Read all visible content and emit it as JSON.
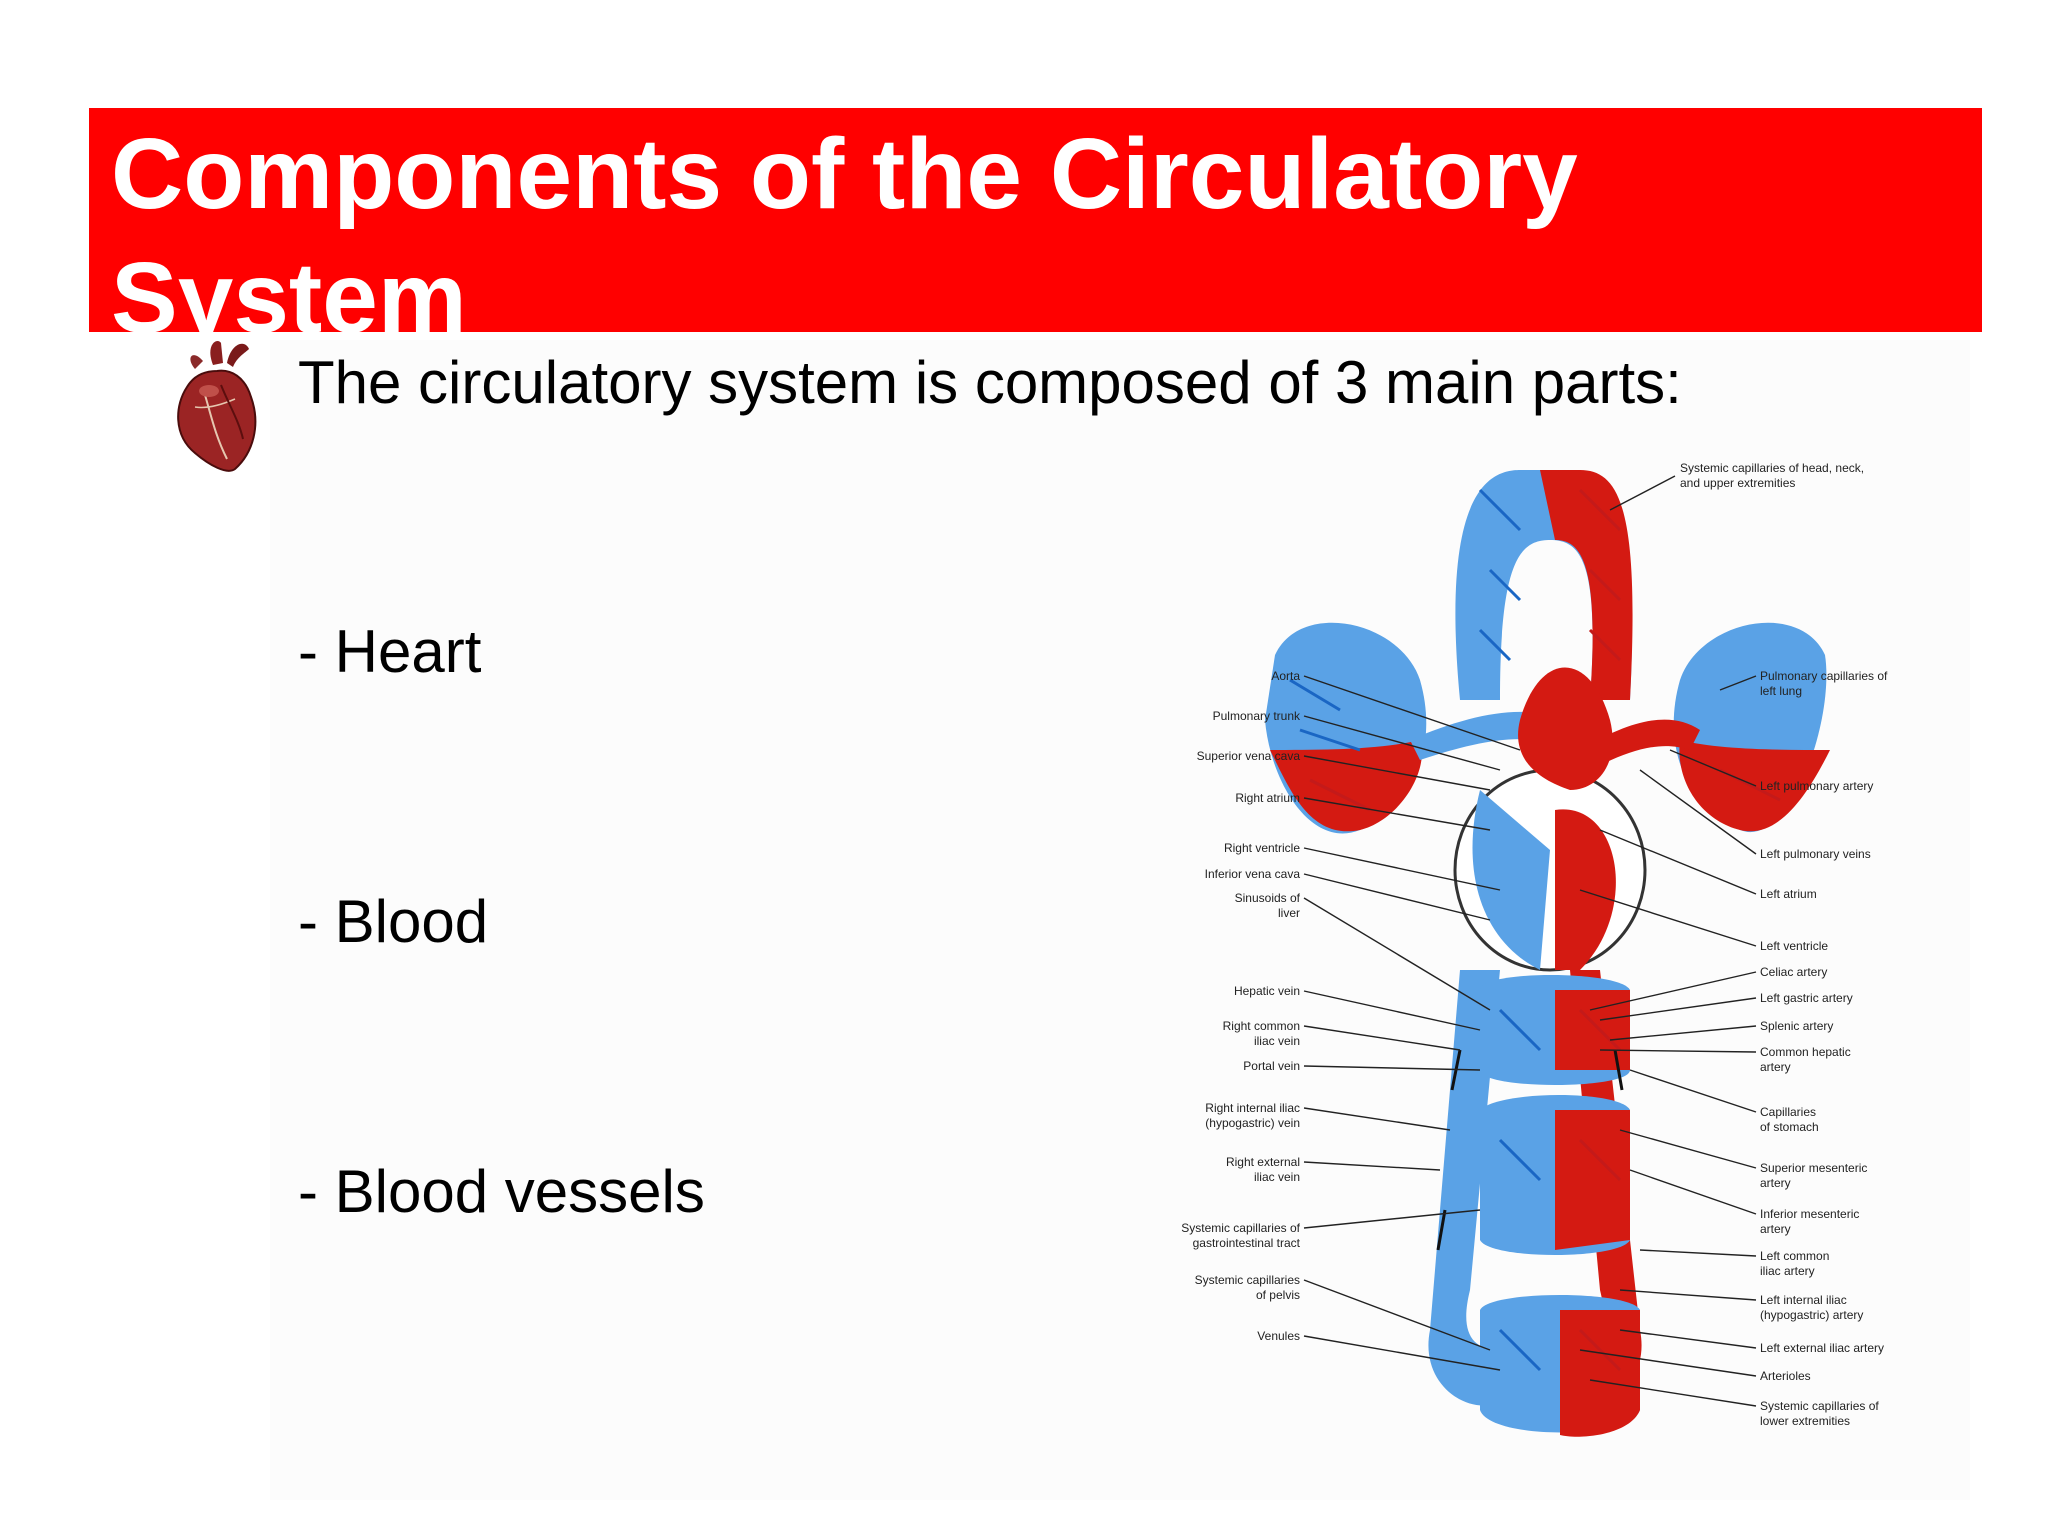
{
  "title": "Components of the Circulatory System",
  "intro": "The circulatory system is composed of 3 main parts:",
  "items": [
    "- Heart",
    "- Blood",
    "- Blood vessels"
  ],
  "colors": {
    "title_bar": "#ff0000",
    "title_text": "#ffffff",
    "venous": "#5aa2e6",
    "arterial": "#d41a12"
  },
  "icons": {
    "bullet": "anatomical-heart-icon"
  },
  "diagram": {
    "labels_top": [
      "Systemic capillaries of head, neck,",
      "and upper extremities"
    ],
    "labels_left": [
      [
        "Aorta"
      ],
      [
        "Pulmonary trunk"
      ],
      [
        "Superior vena cava"
      ],
      [
        "Right atrium"
      ],
      [
        "Right ventricle"
      ],
      [
        "Inferior vena cava"
      ],
      [
        "Sinusoids of",
        "liver"
      ],
      [
        "Hepatic vein"
      ],
      [
        "Right common",
        "iliac vein"
      ],
      [
        "Portal vein"
      ],
      [
        "Right internal iliac",
        "(hypogastric) vein"
      ],
      [
        "Right external",
        "iliac vein"
      ],
      [
        "Systemic capillaries of",
        "gastrointestinal tract"
      ],
      [
        "Systemic capillaries",
        "of pelvis"
      ],
      [
        "Venules"
      ]
    ],
    "labels_right": [
      [
        "Pulmonary capillaries of",
        "left lung"
      ],
      [
        "Left pulmonary artery"
      ],
      [
        "Left pulmonary veins"
      ],
      [
        "Left atrium"
      ],
      [
        "Left ventricle"
      ],
      [
        "Celiac artery"
      ],
      [
        "Left gastric artery"
      ],
      [
        "Splenic artery"
      ],
      [
        "Common hepatic",
        "artery"
      ],
      [
        "Capillaries",
        "of stomach"
      ],
      [
        "Superior mesenteric",
        "artery"
      ],
      [
        "Inferior mesenteric",
        "artery"
      ],
      [
        "Left common",
        "iliac artery"
      ],
      [
        "Left internal iliac",
        "(hypogastric) artery"
      ],
      [
        "Left external iliac artery"
      ],
      [
        "Arterioles"
      ],
      [
        "Systemic capillaries of",
        "lower extremities"
      ]
    ]
  }
}
